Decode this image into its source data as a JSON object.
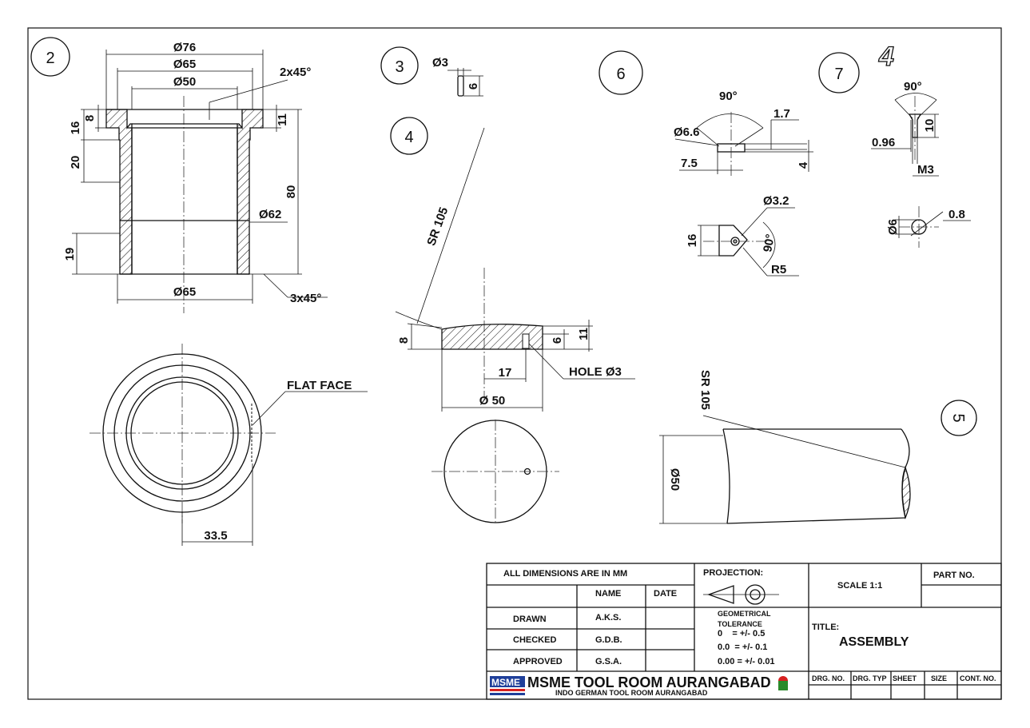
{
  "views": {
    "v2": {
      "balloon": "2",
      "d76": "Ø76",
      "d65": "Ø65",
      "d50": "Ø50",
      "chamfer_top": "2x45°",
      "h8": "8",
      "h16": "16",
      "h20": "20",
      "h11": "11",
      "h80": "80",
      "d62": "Ø62",
      "h19": "19",
      "d65b": "Ø65",
      "chamfer_bot": "3x45°",
      "flat_face": "FLAT FACE",
      "w33": "33.5"
    },
    "v3": {
      "balloon": "3",
      "d3": "Ø3",
      "h6": "6"
    },
    "v4": {
      "balloon": "4",
      "sr": "SR 105",
      "h8": "8",
      "h6": "6",
      "h11": "11",
      "w17": "17",
      "hole": "HOLE Ø3",
      "d50": "Ø 50"
    },
    "v5": {
      "balloon": "5",
      "sr": "SR 105",
      "d50": "Ø50"
    },
    "v6": {
      "balloon": "6",
      "a90": "90°",
      "h17": "1.7",
      "d66": "Ø6.6",
      "w75": "7.5",
      "h4": "4",
      "d32": "Ø3.2",
      "h16": "16",
      "a90b": "90°",
      "r5": "R5"
    },
    "v7": {
      "balloon": "7",
      "sheet_no": "4",
      "a90": "90°",
      "w096": "0.96",
      "h10": "10",
      "m3": "M3",
      "d6": "Ø6",
      "w08": "0.8"
    }
  },
  "title_block": {
    "all_dims": "ALL DIMENSIONS ARE IN MM",
    "name_hdr": "NAME",
    "date_hdr": "DATE",
    "projection": "PROJECTION:",
    "scale": "SCALE  1:1",
    "part_no": "PART NO.",
    "rows": [
      {
        "role": "DRAWN",
        "name": "A.K.S."
      },
      {
        "role": "CHECKED",
        "name": "G.D.B."
      },
      {
        "role": "APPROVED",
        "name": "G.S.A."
      }
    ],
    "tol_title_1": "GEOMETRICAL",
    "tol_title_2": "TOLERANCE",
    "tol_1": "0    = +/- 0.5",
    "tol_2": "0.0  = +/- 0.1",
    "tol_3": "0.00 = +/- 0.01",
    "title_label": "TITLE:",
    "title_value": "ASSEMBLY",
    "logo_text": "MSME",
    "org": "MSME TOOL ROOM AURANGABAD",
    "org_sub": "INDO GERMAN TOOL ROOM AURANGABAD",
    "footer": [
      "DRG. NO.",
      "DRG. TYP",
      "SHEET",
      "SIZE",
      "CONT. NO."
    ]
  },
  "colors": {
    "line": "#111111",
    "paper": "#ffffff",
    "logo_blue": "#1f3f9a",
    "logo_red": "#d62020",
    "logo_green": "#2a8a2a"
  }
}
